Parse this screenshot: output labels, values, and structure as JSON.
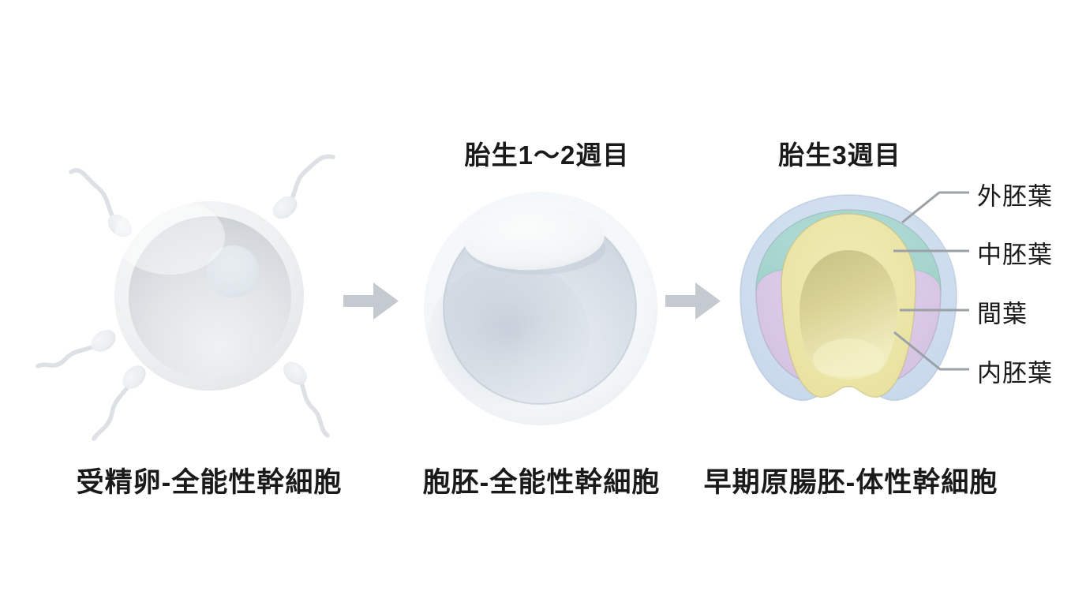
{
  "diagram": {
    "stage1": {
      "caption": "受精卵-全能性幹細胞"
    },
    "stage2": {
      "title": "胎生1〜2週目",
      "caption": "胞胚-全能性幹細胞"
    },
    "stage3": {
      "title": "胎生3週目",
      "caption": "早期原腸胚-体性幹細胞",
      "callouts": [
        {
          "label": "外胚葉"
        },
        {
          "label": "中胚葉"
        },
        {
          "label": "間葉"
        },
        {
          "label": "内胚葉"
        }
      ]
    }
  },
  "icons": {
    "arrow1": "right-arrow",
    "arrow2": "right-arrow"
  },
  "colors": {
    "text": "#1a1a1a",
    "arrow": "#c5cad0",
    "leader_line": "#9ba1a7",
    "ectoderm_ring_blue": "#cbdbed",
    "mesoderm_green": "#a9d8d1",
    "mesenchyme_pink": "#d8c6e4",
    "endoderm_yellow": "#ece5a4",
    "egg_gray": "#e3e6e9",
    "cavity_blue_gray": "#d6dde6"
  }
}
